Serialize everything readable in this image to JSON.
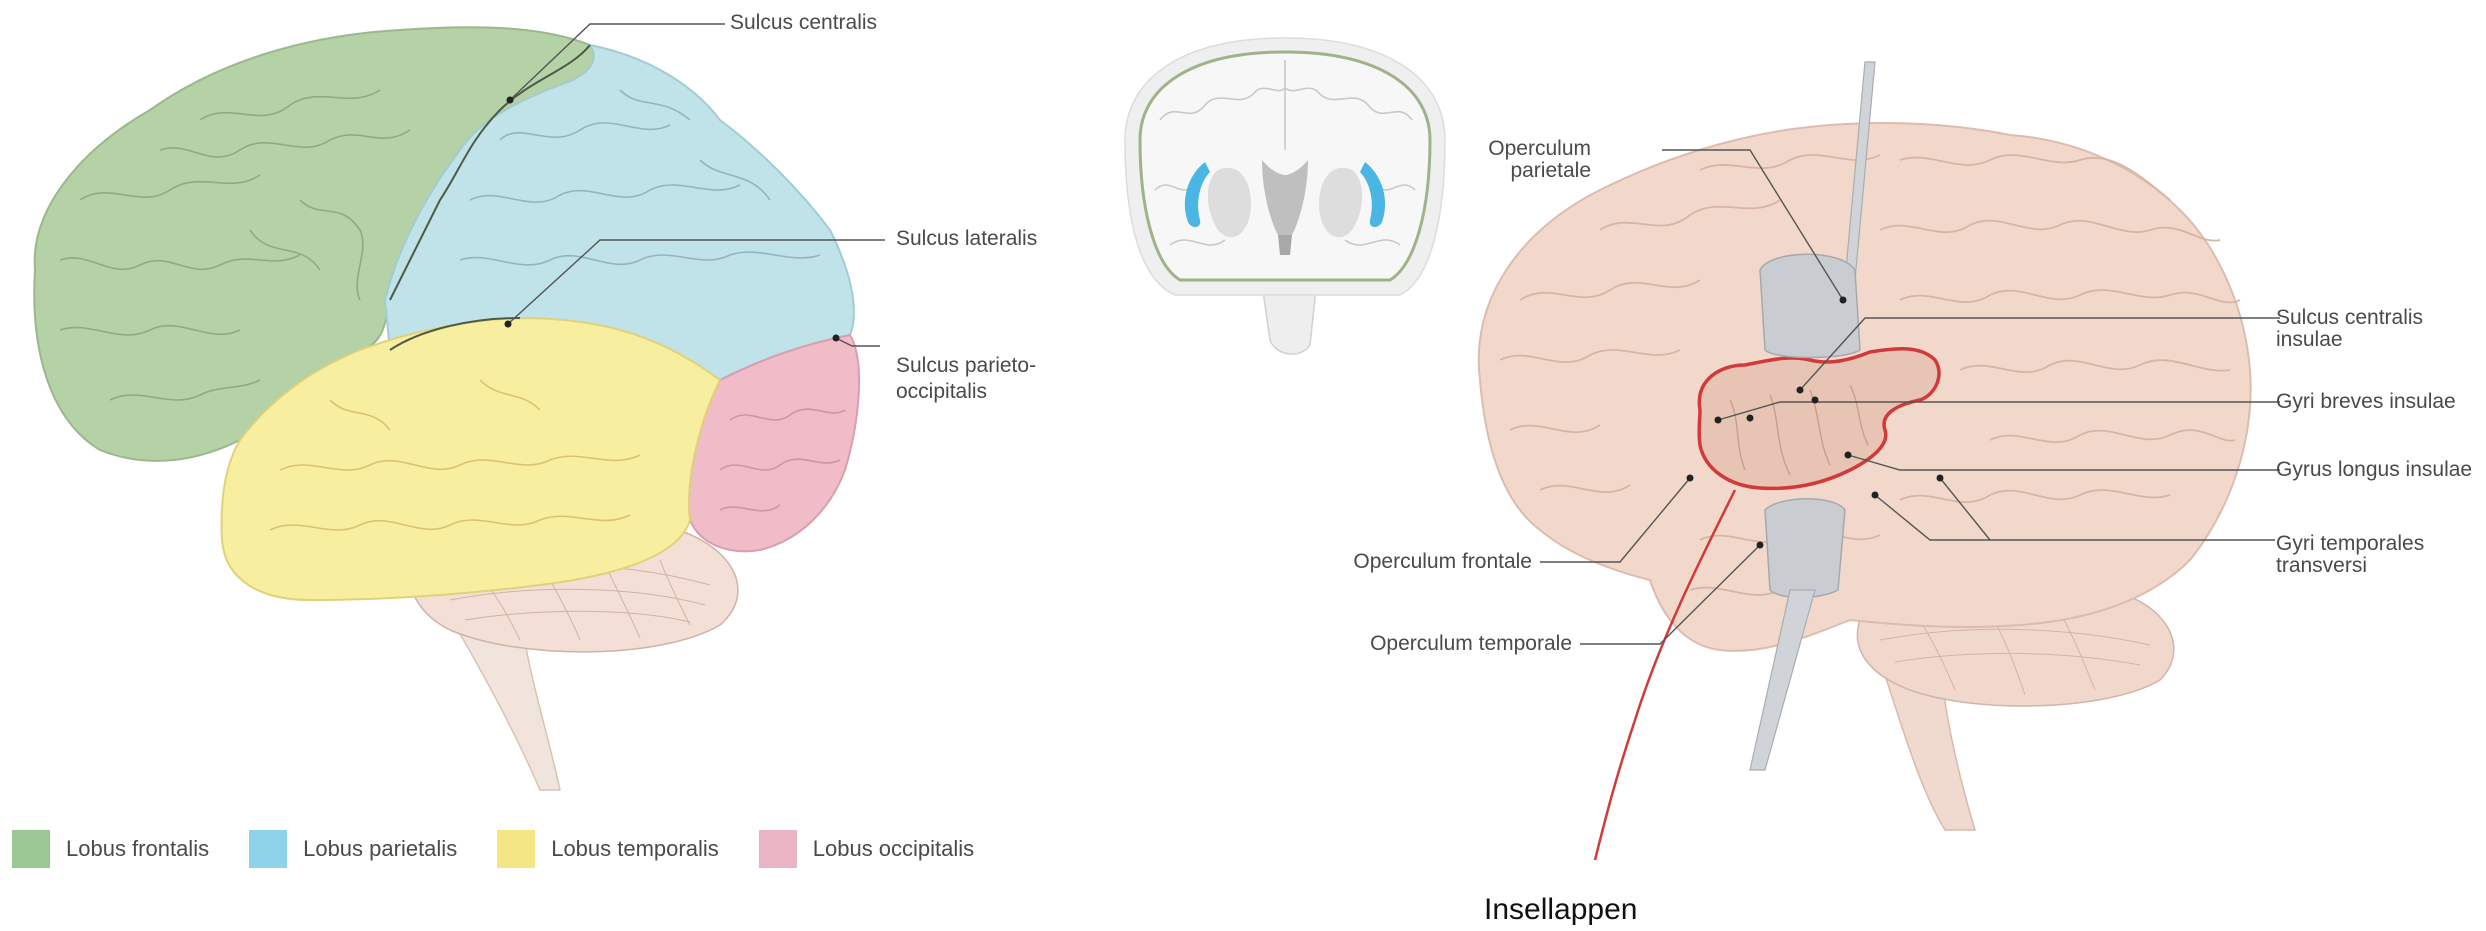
{
  "left_figure": {
    "labels": {
      "sulcus_centralis": "Sulcus centralis",
      "sulcus_lateralis": "Sulcus lateralis",
      "sulcus_parieto_line1": "Sulcus parieto-",
      "sulcus_parieto_line2": "occipitalis"
    },
    "legend": [
      {
        "label": "Lobus frontalis",
        "color": "#9cc896"
      },
      {
        "label": "Lobus parietalis",
        "color": "#8fd3e8"
      },
      {
        "label": "Lobus temporalis",
        "color": "#f4e684"
      },
      {
        "label": "Lobus occipitalis",
        "color": "#eab4c4"
      }
    ],
    "colors": {
      "frontal": "#b5d2a6",
      "parietal": "#bfe3e8",
      "temporal": "#f8ee9f",
      "occipital": "#f0bcc8",
      "cerebellum": "#f3dfd6",
      "stem": "#f1e4dd"
    }
  },
  "right_figure": {
    "labels": {
      "operculum_parietale_line1": "Operculum",
      "operculum_parietale_line2": "parietale",
      "sulcus_centralis_insulae_line1": "Sulcus centralis",
      "sulcus_centralis_insulae_line2": "insulae",
      "gyri_breves_insulae": "Gyri breves insulae",
      "gyrus_longus_insulae": "Gyrus longus insulae",
      "gyri_temporales_line1": "Gyri temporales",
      "gyri_temporales_line2": "transversi",
      "operculum_frontale": "Operculum frontale",
      "operculum_temporale": "Operculum temporale"
    },
    "caption": "Insellappen",
    "colors": {
      "brain": "#f2d8cb",
      "insula_outline": "#d23a3a",
      "retractor": "#c9ccd0",
      "highlight": "#4bb6e3"
    }
  }
}
